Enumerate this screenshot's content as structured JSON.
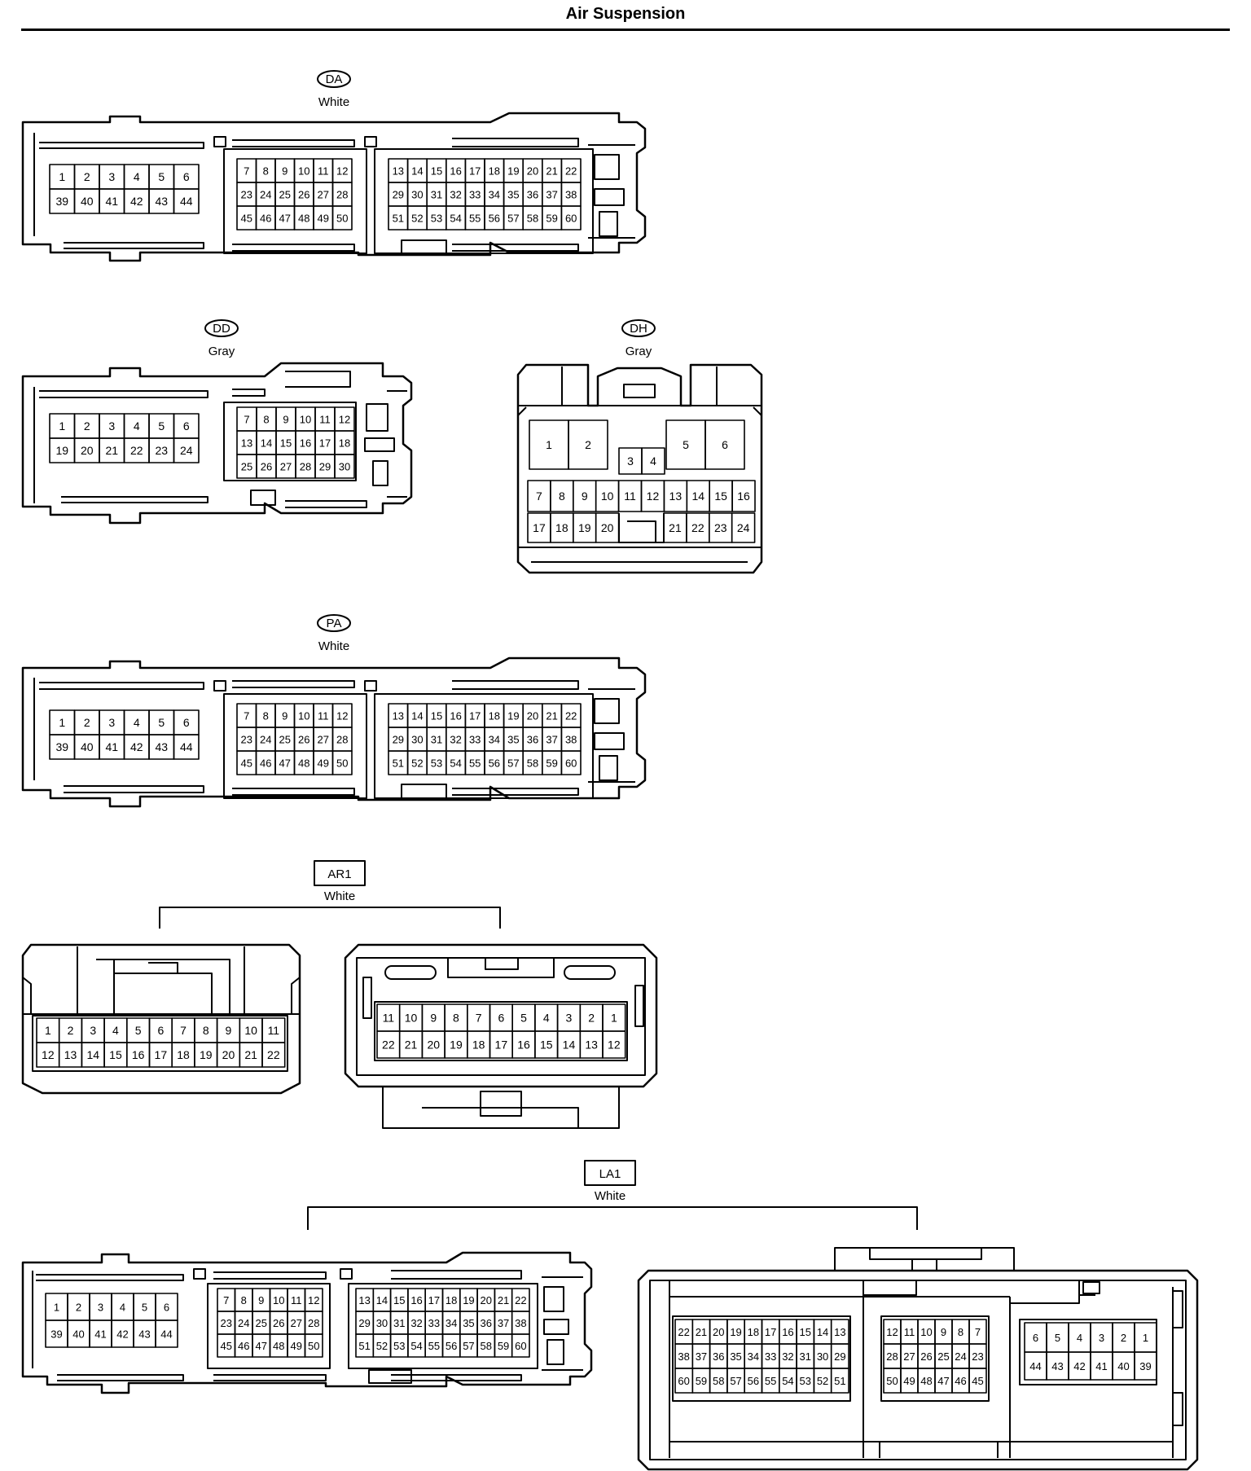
{
  "page": {
    "title": "Air Suspension"
  },
  "connectors": {
    "DA": {
      "code": "DA",
      "color": "White",
      "left_top": [
        "1",
        "2",
        "3",
        "4",
        "5",
        "6"
      ],
      "left_bottom": [
        "39",
        "40",
        "41",
        "42",
        "43",
        "44"
      ],
      "mid_rows": [
        [
          "7",
          "8",
          "9",
          "10",
          "11",
          "12"
        ],
        [
          "23",
          "24",
          "25",
          "26",
          "27",
          "28"
        ],
        [
          "45",
          "46",
          "47",
          "48",
          "49",
          "50"
        ]
      ],
      "right_rows": [
        [
          "13",
          "14",
          "15",
          "16",
          "17",
          "18",
          "19",
          "20",
          "21",
          "22"
        ],
        [
          "29",
          "30",
          "31",
          "32",
          "33",
          "34",
          "35",
          "36",
          "37",
          "38"
        ],
        [
          "51",
          "52",
          "53",
          "54",
          "55",
          "56",
          "57",
          "58",
          "59",
          "60"
        ]
      ]
    },
    "DD": {
      "code": "DD",
      "color": "Gray",
      "left_top": [
        "1",
        "2",
        "3",
        "4",
        "5",
        "6"
      ],
      "left_bottom": [
        "19",
        "20",
        "21",
        "22",
        "23",
        "24"
      ],
      "mid_rows": [
        [
          "7",
          "8",
          "9",
          "10",
          "11",
          "12"
        ],
        [
          "13",
          "14",
          "15",
          "16",
          "17",
          "18"
        ],
        [
          "25",
          "26",
          "27",
          "28",
          "29",
          "30"
        ]
      ]
    },
    "DH": {
      "code": "DH",
      "color": "Gray",
      "big_left": [
        "1",
        "2"
      ],
      "small_mid": [
        "3",
        "4"
      ],
      "big_right": [
        "5",
        "6"
      ],
      "row_top": [
        "7",
        "8",
        "9",
        "10",
        "11",
        "12",
        "13",
        "14",
        "15",
        "16"
      ],
      "row_bottom_left": [
        "17",
        "18",
        "19",
        "20"
      ],
      "row_bottom_right": [
        "21",
        "22",
        "23",
        "24"
      ]
    },
    "PA": {
      "code": "PA",
      "color": "White",
      "left_top": [
        "1",
        "2",
        "3",
        "4",
        "5",
        "6"
      ],
      "left_bottom": [
        "39",
        "40",
        "41",
        "42",
        "43",
        "44"
      ],
      "mid_rows": [
        [
          "7",
          "8",
          "9",
          "10",
          "11",
          "12"
        ],
        [
          "23",
          "24",
          "25",
          "26",
          "27",
          "28"
        ],
        [
          "45",
          "46",
          "47",
          "48",
          "49",
          "50"
        ]
      ],
      "right_rows": [
        [
          "13",
          "14",
          "15",
          "16",
          "17",
          "18",
          "19",
          "20",
          "21",
          "22"
        ],
        [
          "29",
          "30",
          "31",
          "32",
          "33",
          "34",
          "35",
          "36",
          "37",
          "38"
        ],
        [
          "51",
          "52",
          "53",
          "54",
          "55",
          "56",
          "57",
          "58",
          "59",
          "60"
        ]
      ]
    },
    "AR1": {
      "code": "AR1",
      "color": "White",
      "male_rows": [
        [
          "1",
          "2",
          "3",
          "4",
          "5",
          "6",
          "7",
          "8",
          "9",
          "10",
          "11"
        ],
        [
          "12",
          "13",
          "14",
          "15",
          "16",
          "17",
          "18",
          "19",
          "20",
          "21",
          "22"
        ]
      ],
      "female_rows": [
        [
          "11",
          "10",
          "9",
          "8",
          "7",
          "6",
          "5",
          "4",
          "3",
          "2",
          "1"
        ],
        [
          "22",
          "21",
          "20",
          "19",
          "18",
          "17",
          "16",
          "15",
          "14",
          "13",
          "12"
        ]
      ]
    },
    "LA1": {
      "code": "LA1",
      "color": "White",
      "male_left_top": [
        "1",
        "2",
        "3",
        "4",
        "5",
        "6"
      ],
      "male_left_bottom": [
        "39",
        "40",
        "41",
        "42",
        "43",
        "44"
      ],
      "male_mid_rows": [
        [
          "7",
          "8",
          "9",
          "10",
          "11",
          "12"
        ],
        [
          "23",
          "24",
          "25",
          "26",
          "27",
          "28"
        ],
        [
          "45",
          "46",
          "47",
          "48",
          "49",
          "50"
        ]
      ],
      "male_right_rows": [
        [
          "13",
          "14",
          "15",
          "16",
          "17",
          "18",
          "19",
          "20",
          "21",
          "22"
        ],
        [
          "29",
          "30",
          "31",
          "32",
          "33",
          "34",
          "35",
          "36",
          "37",
          "38"
        ],
        [
          "51",
          "52",
          "53",
          "54",
          "55",
          "56",
          "57",
          "58",
          "59",
          "60"
        ]
      ],
      "female_a_rows": [
        [
          "22",
          "21",
          "20",
          "19",
          "18",
          "17",
          "16",
          "15",
          "14",
          "13"
        ],
        [
          "38",
          "37",
          "36",
          "35",
          "34",
          "33",
          "32",
          "31",
          "30",
          "29"
        ],
        [
          "60",
          "59",
          "58",
          "57",
          "56",
          "55",
          "54",
          "53",
          "52",
          "51"
        ]
      ],
      "female_b_rows": [
        [
          "12",
          "11",
          "10",
          "9",
          "8",
          "7"
        ],
        [
          "28",
          "27",
          "26",
          "25",
          "24",
          "23"
        ],
        [
          "50",
          "49",
          "48",
          "47",
          "46",
          "45"
        ]
      ],
      "female_c_top": [
        "6",
        "5",
        "4",
        "3",
        "2",
        "1"
      ],
      "female_c_bottom": [
        "44",
        "43",
        "42",
        "41",
        "40",
        "39"
      ]
    }
  }
}
